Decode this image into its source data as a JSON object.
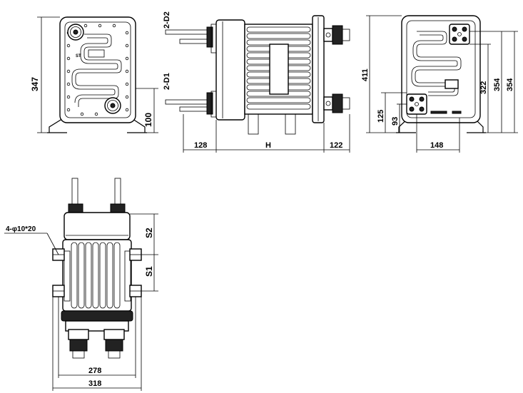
{
  "drawing": {
    "front_view": {
      "dim_height": "347",
      "dim_foot": "100"
    },
    "side_view": {
      "label_outlet": "2-D2",
      "label_inlet": "2-D1",
      "dim_left": "128",
      "dim_mid": "H",
      "dim_right": "122"
    },
    "rear_view": {
      "dim_total": "411",
      "dim_a": "354",
      "dim_b": "354",
      "dim_c": "322",
      "dim_d": "125",
      "dim_e": "93",
      "dim_width": "148"
    },
    "top_view": {
      "hole_callout": "4-φ10*20",
      "dim_s2": "S2",
      "dim_s1": "S1",
      "dim_inner_width": "278",
      "dim_outer_width": "318"
    }
  }
}
